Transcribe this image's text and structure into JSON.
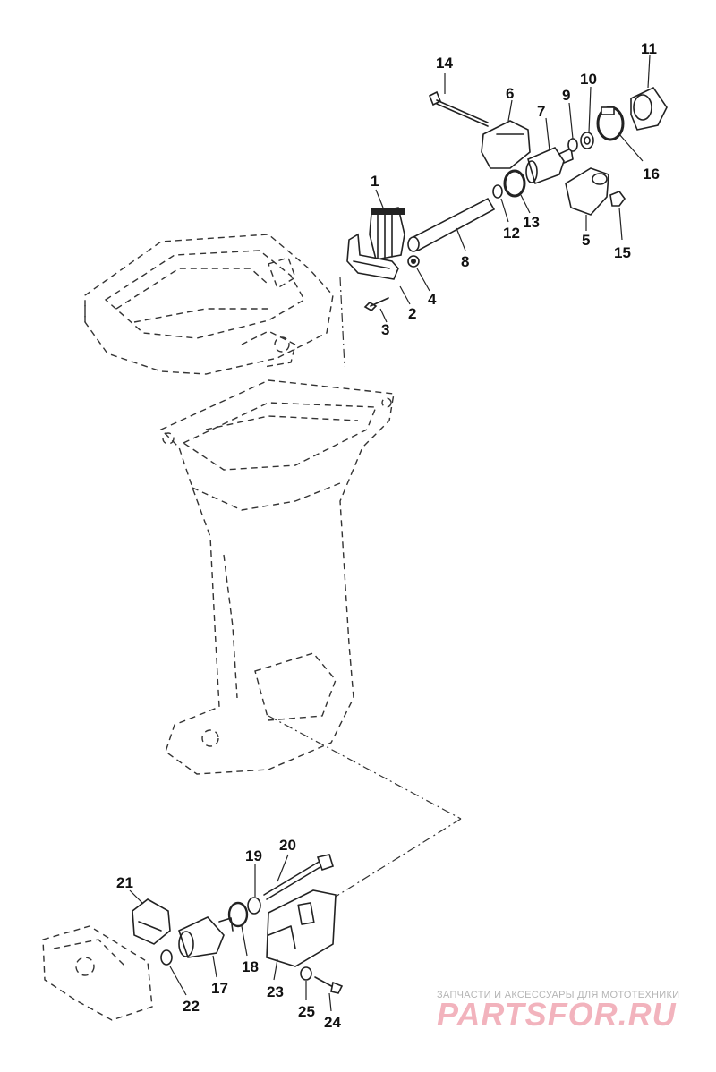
{
  "labels": {
    "p1": "1",
    "p2": "2",
    "p3": "3",
    "p4": "4",
    "p5": "5",
    "p6": "6",
    "p7": "7",
    "p8": "8",
    "p9": "9",
    "p10": "10",
    "p11": "11",
    "p12": "12",
    "p13": "13",
    "p14": "14",
    "p15": "15",
    "p16": "16",
    "p17": "17",
    "p18": "18",
    "p19": "19",
    "p20": "20",
    "p21": "21",
    "p22": "22",
    "p23": "23",
    "p24": "24",
    "p25": "25"
  },
  "watermark": {
    "tagline": "ЗАПЧАСТИ И АКСЕССУАРЫ ДЛЯ МОТОТЕХНИКИ",
    "logo": "PARTSFOR.RU",
    "logo_color": "#f2b3bd"
  }
}
